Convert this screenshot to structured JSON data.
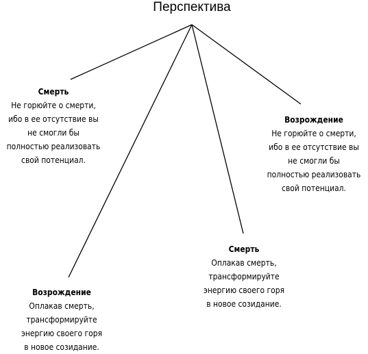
{
  "diagram": {
    "title": "Перспектива",
    "nodes": [
      {
        "heading": "Смерть",
        "lines": [
          "Не горюйте о смерти,",
          "ибо в ее отсутствие вы",
          "не смогли бы",
          "полностью реализовать",
          "свой потенциал."
        ]
      },
      {
        "heading": "Возрождение",
        "lines": [
          "Не горюйте о смерти,",
          "ибо в ее отсутствие вы",
          "не смогли бы",
          "полностью реализовать",
          "свой потенциал."
        ]
      },
      {
        "heading": "Смерть",
        "lines": [
          "Оплакав смерть,",
          "трансформируйте",
          "энергию своего горя",
          "в новое созидание."
        ]
      },
      {
        "heading": "Возрождение",
        "lines": [
          "Оплакав смерть,",
          "трансформируйте",
          "энергию своего горя",
          "в новое созидание."
        ]
      }
    ],
    "line_color": "#000000"
  }
}
